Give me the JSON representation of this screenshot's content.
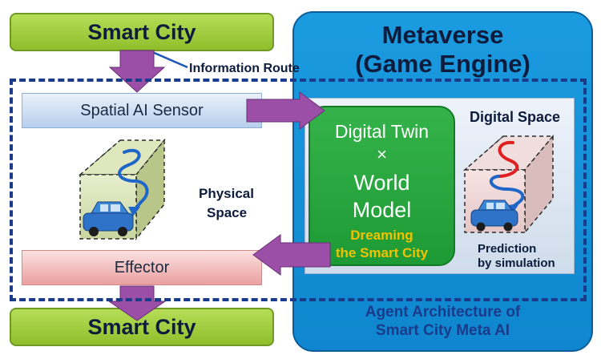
{
  "top_box": {
    "label": "Smart City"
  },
  "bottom_box": {
    "label": "Smart City"
  },
  "info_route_label": "Information Route",
  "metaverse": {
    "title_line1": "Metaverse",
    "title_line2": "(Game Engine)"
  },
  "sensor": {
    "label": "Spatial AI Sensor"
  },
  "effector": {
    "label": "Effector"
  },
  "physical_space": {
    "line1": "Physical",
    "line2": "Space"
  },
  "digital_twin": {
    "line1": "Digital Twin",
    "times": "×",
    "line2": "World",
    "line3": "Model",
    "sub1": "Dreaming",
    "sub2": "the Smart City"
  },
  "digital_space": {
    "title": "Digital Space",
    "caption1": "Prediction",
    "caption2": "by simulation"
  },
  "agent_architecture": {
    "line1": "Agent Architecture of",
    "line2": "Smart City Meta AI"
  },
  "colors": {
    "metaverse_blue": "#1b9be0",
    "smart_city_green": "#9fcd3c",
    "twin_green": "#2aa840",
    "arrow_purple": "#9b4fa6",
    "dashed_frame": "#1a3a8a",
    "twin_subtext": "#f2c200"
  }
}
